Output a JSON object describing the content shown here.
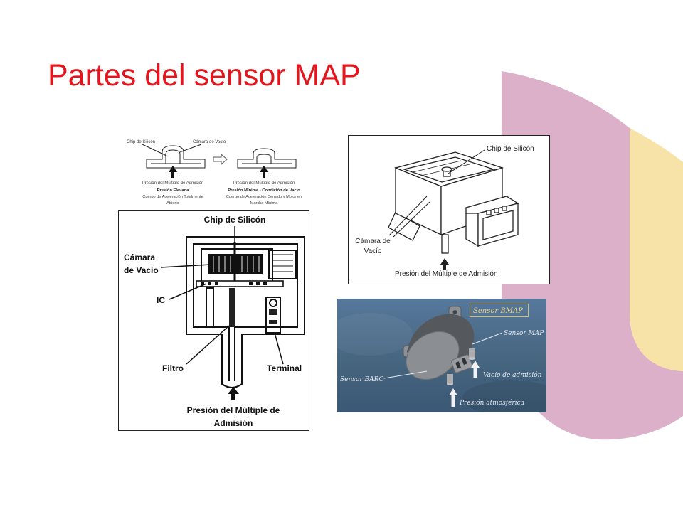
{
  "slide": {
    "title": "Partes del sensor MAP",
    "colors": {
      "title": "#e3161e",
      "accent_pink": "#dcb0c9",
      "accent_yellow": "#f7e2a8",
      "photo_background": "#4a6a8b",
      "photo_badge": "#e8d38a"
    }
  },
  "figure_1": {
    "chip_label": "Chip de Silicón",
    "chamber_label": "Cámara de Vacío",
    "transition_icon": "hollow-right-arrow-icon",
    "pressure_icon": "up-arrow-icon",
    "left": {
      "pressure_label": "Presión del Múltiple de Admisión",
      "state_title": "Presión Elevada",
      "state_desc_lines": [
        "Cuerpo de Aceleración Totalmente",
        "Abierto"
      ]
    },
    "right": {
      "pressure_label": "Presión del Múltiple de Admisión",
      "state_title": "Presión Mínima - Condición de Vacío",
      "state_desc_lines": [
        "Cuerpo de Aceleración Cerrado y Motor en",
        "Marcha Mínima"
      ]
    }
  },
  "figure_2": {
    "chip_label": "Chip de Silicón",
    "chamber_label_lines": [
      "Cámara",
      "de Vacío"
    ],
    "ic_label": "IC",
    "filter_label": "Filtro",
    "terminal_label": "Terminal",
    "pressure_label_lines": [
      "Presión del Múltiple de",
      "Admisión"
    ],
    "pressure_icon": "up-arrow-icon"
  },
  "figure_3": {
    "chip_label": "Chip de Silicón",
    "chamber_label_lines": [
      "Cámara de",
      "Vacío"
    ],
    "pressure_label": "Presión del Múltiple de Admisión",
    "pressure_icon": "up-arrow-icon"
  },
  "figure_4": {
    "badge": "Sensor BMAP",
    "map_label": "Sensor MAP",
    "baro_label": "Sensor BARO",
    "vacuum_label": "Vacío de admisión",
    "atmos_label": "Presión atmosférica",
    "arrow_icon": "up-arrow-icon"
  }
}
